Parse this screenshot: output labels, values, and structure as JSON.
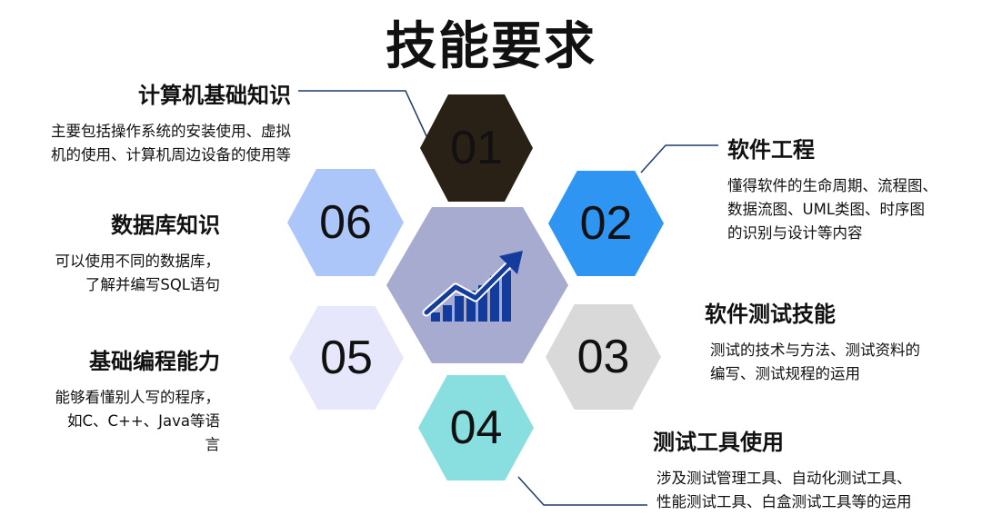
{
  "title": "技能要求",
  "center": {
    "icon": "growth-chart-arrow-icon"
  },
  "colors": {
    "center_hex": "#a7abcf",
    "chart_icon": "#143c9c",
    "connector": "#1f3a6b"
  },
  "items": [
    {
      "number": "01",
      "color": "#2a2116",
      "title": "计算机基础知识",
      "description": [
        "主要包括操作系统的安装使用、虚拟",
        "机的使用、计算机周边设备的使用等"
      ]
    },
    {
      "number": "02",
      "color": "#2f95f2",
      "title": "软件工程",
      "description": [
        "懂得软件的生命周期、流程图、",
        "数据流图、UML类图、时序图",
        "的识别与设计等内容"
      ]
    },
    {
      "number": "03",
      "color": "#d9d9d9",
      "title": "软件测试技能",
      "description": [
        "测试的技术与方法、测试资料的",
        "编写、测试规程的运用"
      ]
    },
    {
      "number": "04",
      "color": "#89dfe0",
      "title": "测试工具使用",
      "description": [
        "涉及测试管理工具、自动化测试工具、",
        "性能测试工具、白盒测试工具等的运用"
      ]
    },
    {
      "number": "05",
      "color": "#e6e7fb",
      "title": "基础编程能力",
      "description": [
        "能够看懂别人写的程序，",
        "如C、C++、Java等语",
        "言"
      ]
    },
    {
      "number": "06",
      "color": "#adc6fa",
      "title": "数据库知识",
      "description": [
        "可以使用不同的数据库，",
        "了解并编写SQL语句"
      ]
    }
  ]
}
